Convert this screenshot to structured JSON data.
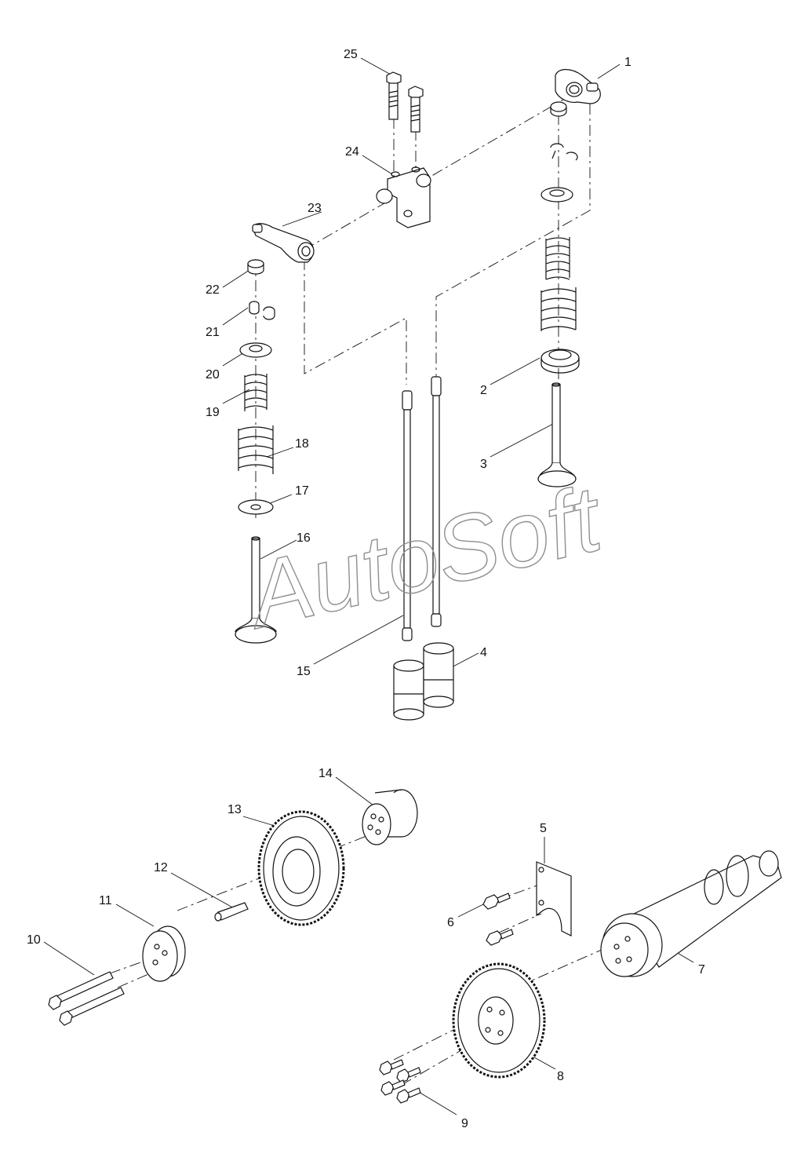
{
  "watermark": "AutoSoft",
  "callouts": [
    {
      "id": "1",
      "label": "1"
    },
    {
      "id": "2",
      "label": "2"
    },
    {
      "id": "3",
      "label": "3"
    },
    {
      "id": "4",
      "label": "4"
    },
    {
      "id": "5",
      "label": "5"
    },
    {
      "id": "6",
      "label": "6"
    },
    {
      "id": "7",
      "label": "7"
    },
    {
      "id": "8",
      "label": "8"
    },
    {
      "id": "9",
      "label": "9"
    },
    {
      "id": "10",
      "label": "10"
    },
    {
      "id": "11",
      "label": "11"
    },
    {
      "id": "12",
      "label": "12"
    },
    {
      "id": "13",
      "label": "13"
    },
    {
      "id": "14",
      "label": "14"
    },
    {
      "id": "15",
      "label": "15"
    },
    {
      "id": "16",
      "label": "16"
    },
    {
      "id": "17",
      "label": "17"
    },
    {
      "id": "18",
      "label": "18"
    },
    {
      "id": "19",
      "label": "19"
    },
    {
      "id": "20",
      "label": "20"
    },
    {
      "id": "21",
      "label": "21"
    },
    {
      "id": "22",
      "label": "22"
    },
    {
      "id": "23",
      "label": "23"
    },
    {
      "id": "24",
      "label": "24"
    },
    {
      "id": "25",
      "label": "25"
    }
  ],
  "colors": {
    "line": "#111111",
    "watermark": "#8f8f8f",
    "background": "#ffffff"
  }
}
